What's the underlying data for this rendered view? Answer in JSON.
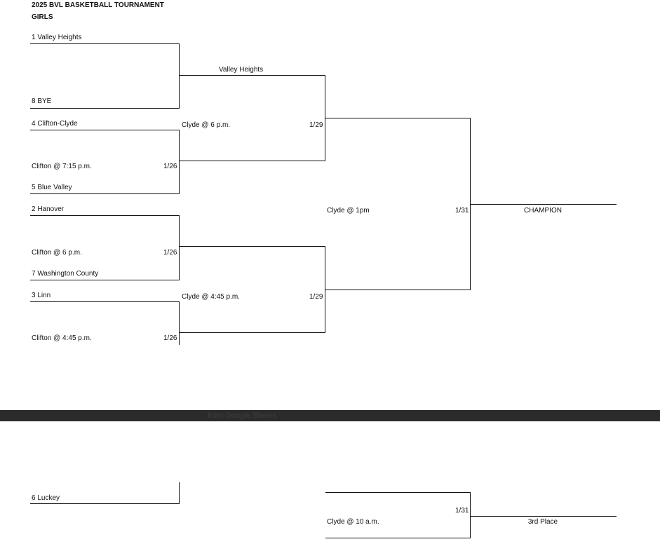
{
  "header": {
    "title": "2025 BVL BASKETBALL TOURNAMENT",
    "division": "GIRLS"
  },
  "round1": {
    "seeds": [
      "1  Valley Heights",
      "8 BYE",
      "4  Clifton-Clyde",
      "5  Blue Valley",
      "2  Hanover",
      "7  Washington County",
      "3  Linn",
      "6  Luckey"
    ],
    "games": [
      {
        "location": "Clifton @ 7:15 p.m.",
        "date": "1/26"
      },
      {
        "location": "Clifton @ 6 p.m.",
        "date": "1/26"
      },
      {
        "location": "Clifton @ 4:45 p.m.",
        "date": "1/26"
      }
    ]
  },
  "semifinals": {
    "winner_top": "Valley Heights",
    "games": [
      {
        "location": "Clyde @ 6 p.m.",
        "date": "1/29"
      },
      {
        "location": "Clyde @ 4:45 p.m.",
        "date": "1/29"
      }
    ]
  },
  "final": {
    "location": "Clyde @ 1pm",
    "date": "1/31",
    "label": "CHAMPION"
  },
  "third_place": {
    "location": "Clyde @ 10 a.m.",
    "date": "1/31",
    "label": "3rd Place"
  },
  "overlay": {
    "text": "from Google Sheets"
  }
}
